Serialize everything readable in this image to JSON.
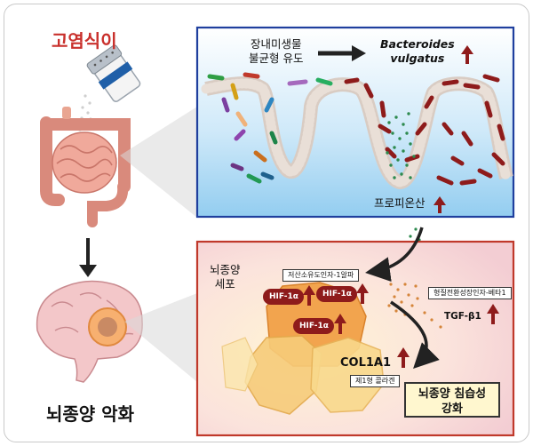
{
  "left": {
    "diet_title": "고염식이",
    "outcome_title": "뇌종양 악화"
  },
  "gut_panel": {
    "dysbiosis_line1": "장내미생물",
    "dysbiosis_line2": "불균형 유도",
    "bacteria_line1": "Bacteroides",
    "bacteria_line2": "vulgatus",
    "metabolite": "프로피온산",
    "colors": {
      "border": "#1f3f9e",
      "bg_top": "#ffffff",
      "bg_bottom": "#9fd6f5"
    }
  },
  "brain_panel": {
    "cell_line1": "뇌종양",
    "cell_line2": "세포",
    "hif_box": "저산소유도인자-1알파",
    "hif_label": "HIF-1α",
    "tgf_box": "형질전환성장인자-베타1",
    "tgf_label": "TGF-β1",
    "col_label": "COL1A1",
    "col_box": "제1형 콜라겐",
    "result_line1": "뇌종양 침습성",
    "result_line2": "강화",
    "colors": {
      "border": "#c0392b",
      "bg": "#f8dde0",
      "arrow": "#8e1b1b"
    }
  }
}
